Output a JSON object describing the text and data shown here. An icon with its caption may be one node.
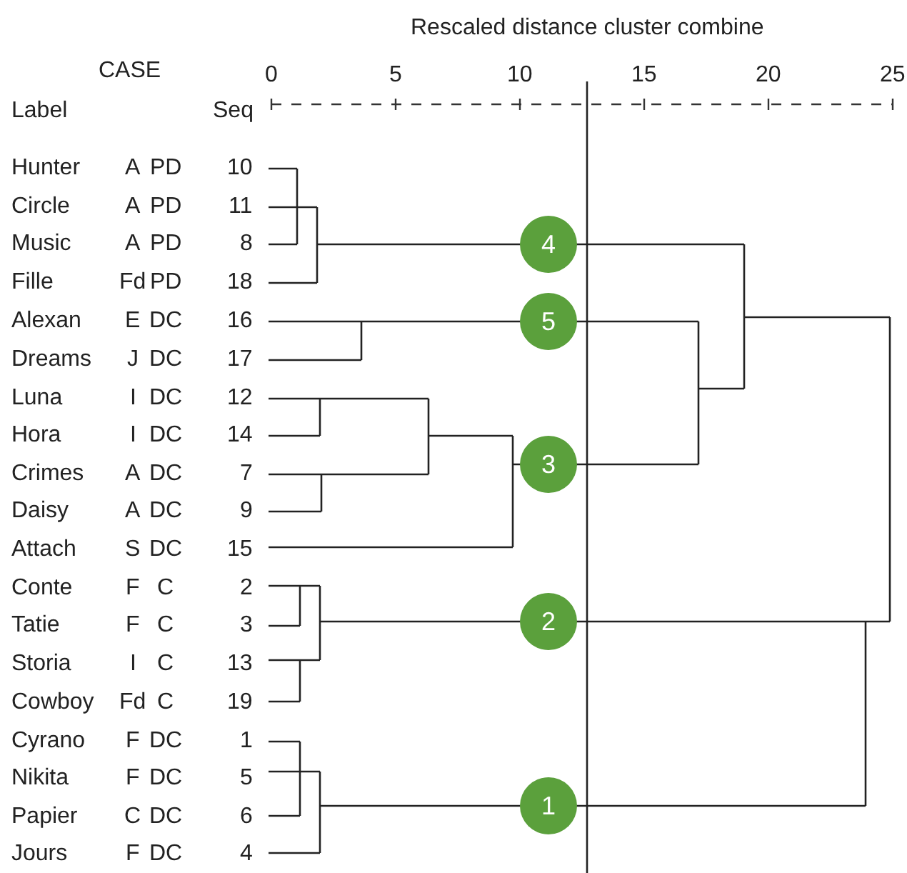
{
  "diagram": {
    "nodes": [
      {
        "text": [
          "4"
        ]
      },
      {
        "text": [
          "5"
        ]
      },
      {
        "text": [
          "3"
        ]
      },
      {
        "text": [
          "2"
        ]
      },
      {
        "text": [
          "1"
        ]
      }
    ],
    "edges": [],
    "labels": [
      "Rescaled distance cluster combine",
      "CASE",
      "0",
      "5",
      "10",
      "15",
      "20",
      "25",
      "Label",
      "Seq",
      "Hunter",
      "A",
      "PD",
      "10",
      "Circle",
      "A",
      "PD",
      "11",
      "Music",
      "A",
      "PD",
      "8",
      "Fille",
      "Fd",
      "PD",
      "18",
      "Alexan",
      "E",
      "DC",
      "16",
      "Dreams",
      "J",
      "DC",
      "17",
      "Luna",
      "I",
      "DC",
      "12",
      "Hora",
      "I",
      "DC",
      "14",
      "Crimes",
      "A",
      "DC",
      "7",
      "Daisy",
      "A",
      "DC",
      "9",
      "Attach",
      "S",
      "DC",
      "15",
      "Conte",
      "F",
      "C",
      "2",
      "Tatie",
      "F",
      "C",
      "3",
      "Storia",
      "I",
      "C",
      "13",
      "Cowboy",
      "Fd",
      "C",
      "19",
      "Cyrano",
      "F",
      "DC",
      "1",
      "Nikita",
      "F",
      "DC",
      "5",
      "Papier",
      "C",
      "DC",
      "6",
      "Jours",
      "F",
      "DC",
      "4"
    ]
  }
}
